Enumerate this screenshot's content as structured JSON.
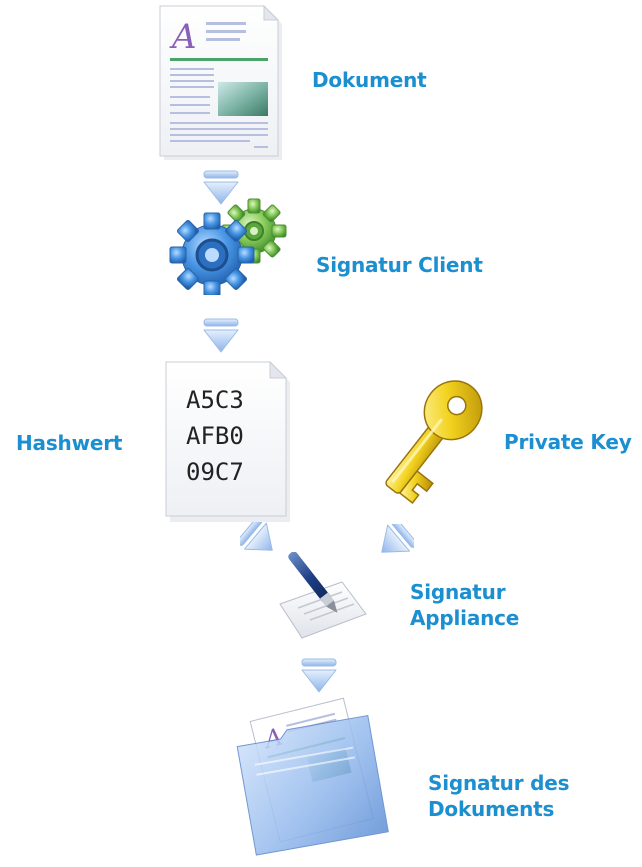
{
  "labels": {
    "dokument": "Dokument",
    "signatur_client": "Signatur Client",
    "hashwert": "Hashwert",
    "private_key": "Private Key",
    "signatur_appliance": [
      "Signatur",
      "Appliance"
    ],
    "signatur_des_dokuments": [
      "Signatur des",
      "Dokuments"
    ]
  },
  "hash_lines": [
    "A5C3",
    "AFB0",
    "09C7"
  ],
  "colors": {
    "label": "#1b8fd0",
    "arrow": "#a9c7f0",
    "key": "#f2d21e",
    "gear_blue": "#3f8fe0",
    "gear_green": "#78c34c"
  }
}
